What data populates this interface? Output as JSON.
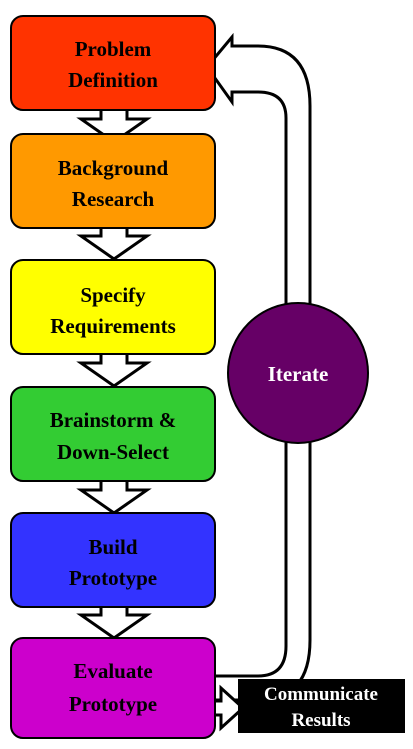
{
  "steps": [
    {
      "line1": "Problem",
      "line2": "Definition",
      "color": "#FF3300"
    },
    {
      "line1": "Background",
      "line2": "Research",
      "color": "#FF9900"
    },
    {
      "line1": "Specify",
      "line2": "Requirements",
      "color": "#FFFF00"
    },
    {
      "line1": "Brainstorm &",
      "line2": "Down-Select",
      "color": "#33CC33"
    },
    {
      "line1": "Build",
      "line2": "Prototype",
      "color": "#3333FF"
    },
    {
      "line1": "Evaluate",
      "line2": "Prototype",
      "color": "#CC00CC"
    }
  ],
  "iterate": {
    "label": "Iterate",
    "color": "#660066"
  },
  "communicate": {
    "line1": "Communicate",
    "line2": "Results",
    "color": "#000000"
  }
}
